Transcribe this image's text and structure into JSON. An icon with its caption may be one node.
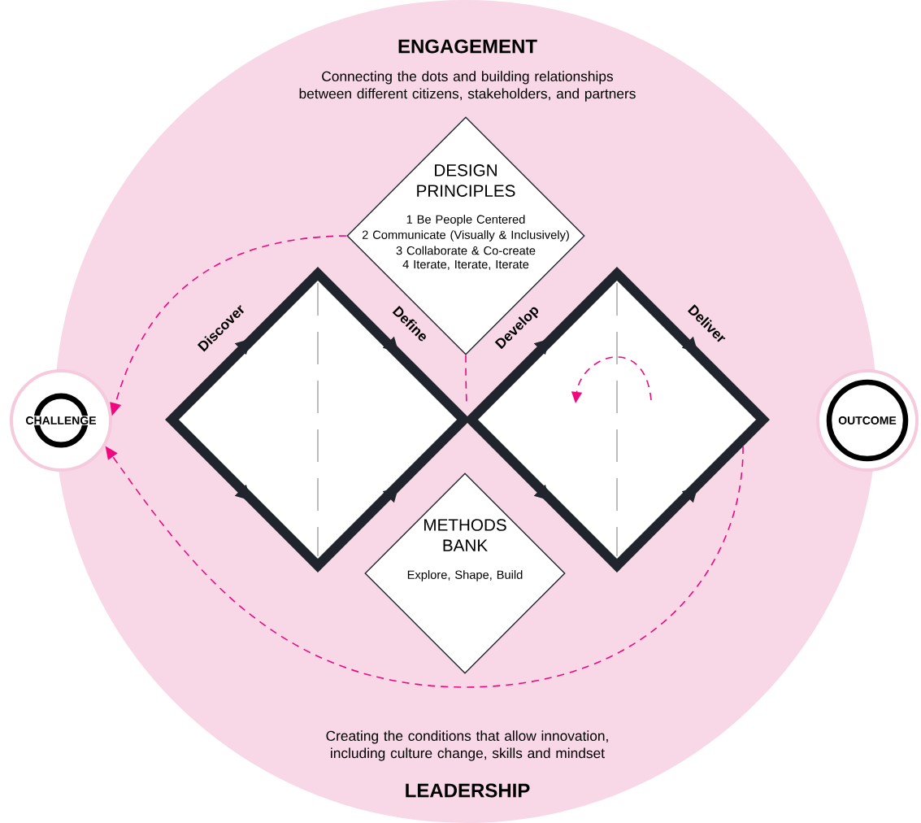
{
  "diagram": {
    "nodes": [
      {
        "text": [
          "ENGAGEMENT",
          "Connecting the dots and building relationships between different citizens, stakeholders, and partners",
          "Creating the conditions that allow innovation, including culture change, skills and mindset",
          "LEADERSHIP"
        ]
      },
      {
        "text": [
          "CHALLENGE"
        ]
      },
      {
        "text": [
          "OUTCOME"
        ]
      },
      {
        "text": [
          "DESIGN PRINCIPLES",
          "1 Be People Centered",
          "2 Communicate (Visually & Inclusively)",
          "3 Collaborate & Co-create",
          "4 Iterate, Iterate, Iterate"
        ],
        "in": 0
      },
      {
        "text": [],
        "shape": "diamond",
        "in": 0,
        "beside": [
          "Discover",
          "Define"
        ]
      },
      {
        "text": [],
        "shape": "diamond",
        "in": 0,
        "beside": [
          "Develop",
          "Deliver"
        ]
      },
      {
        "text": [
          "METHODS BANK",
          "Explore, Shape, Build"
        ],
        "in": 0
      }
    ],
    "edges": [
      {
        "from": 3,
        "to": 1,
        "arrow": "to",
        "style": "dashed"
      },
      {
        "from": 5,
        "to": 1,
        "arrow": "to",
        "style": "dashed"
      },
      {
        "from": 3,
        "to": null,
        "arrow": "none",
        "style": "dashed"
      }
    ]
  }
}
